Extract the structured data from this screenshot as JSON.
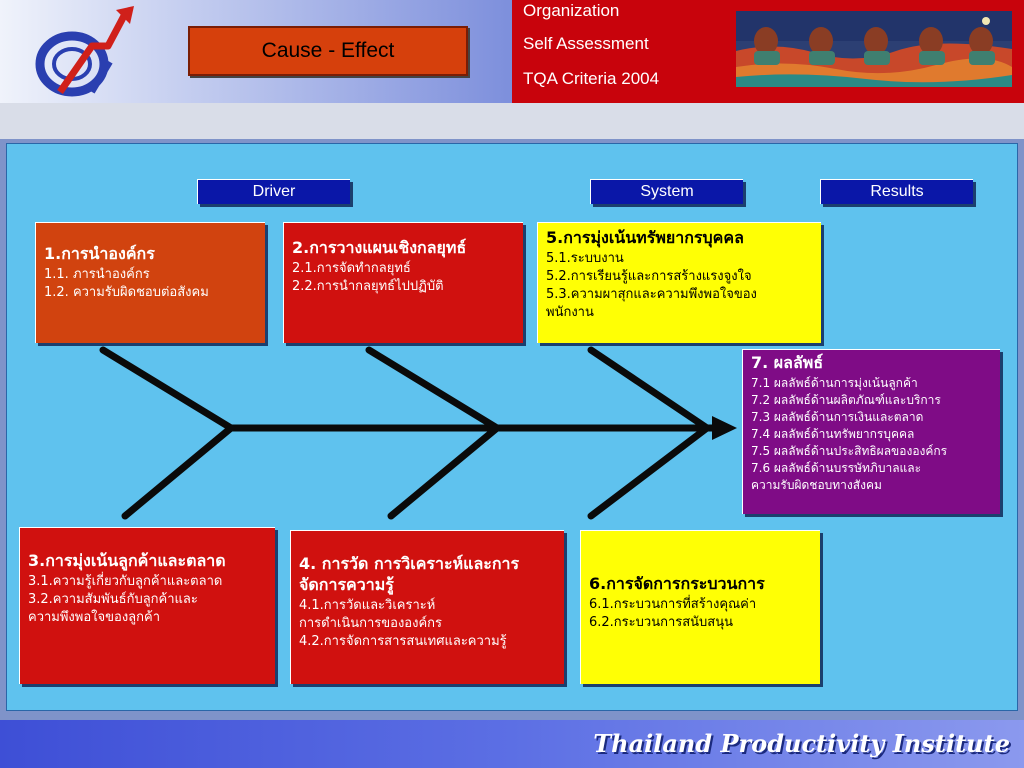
{
  "header": {
    "title": "Cause - Effect",
    "info_lines": [
      "Organization",
      "Self Assessment",
      "TQA Criteria 2004"
    ]
  },
  "labels": {
    "driver": "Driver",
    "system": "System",
    "results": "Results"
  },
  "categories": {
    "c1": {
      "title": "1.การนำองค์กร",
      "items": [
        "1.1. ภารนำองค์กร",
        "1.2. ความรับผิดชอบต่อสังคม"
      ]
    },
    "c2": {
      "title": "2.การวางแผนเชิงกลยุทธ์",
      "items": [
        "2.1.การจัดทำกลยุทธ์",
        "2.2.การนำกลยุทธ์ไปปฏิบัติ"
      ]
    },
    "c3": {
      "title": "3.การมุ่งเน้นลูกค้าและตลาด",
      "items": [
        "3.1.ความรู้เกี่ยวกับลูกค้าและตลาด",
        "3.2.ความสัมพันธ์กับลูกค้าและ\n      ความพึงพอใจของลูกค้า"
      ]
    },
    "c4": {
      "title": "4. การวัด การวิเคราะห์และการจัดการความรู้",
      "items": [
        "4.1.การวัดและวิเคราะห์\nการดำเนินการขององค์กร",
        "4.2.การจัดการสารสนเทศและความรู้"
      ]
    },
    "c5": {
      "title": "5.การมุ่งเน้นทรัพยากรบุคคล",
      "items": [
        "5.1.ระบบงาน",
        "5.2.การเรียนรู้และการสร้างแรงจูงใจ",
        "5.3.ความผาสุกและความพึงพอใจของ\n      พนักงาน"
      ]
    },
    "c6": {
      "title": "6.การจัดการกระบวนการ",
      "items": [
        "6.1.กระบวนการที่สร้างคุณค่า",
        "6.2.กระบวนการสนับสนุน"
      ]
    },
    "c7": {
      "title": "7. ผลลัพธ์",
      "items": [
        "7.1 ผลลัพธ์ด้านการมุ่งเน้นลูกค้า",
        "7.2 ผลลัพธ์ด้านผลิตภัณฑ์และบริการ",
        "7.3 ผลลัพธ์ด้านการเงินและตลาด",
        "7.4 ผลลัพธ์ด้านทรัพยากรบุคคล",
        "7.5 ผลลัพธ์ด้านประสิทธิผลขององค์กร",
        "7.6 ผลลัพธ์ด้านบรรษัทภิบาลและ\n      ความรับผิดชอบทางสังคม"
      ]
    }
  },
  "footer": {
    "org": "Thailand Productivity Institute"
  },
  "colors": {
    "red": "#d0110f",
    "orange": "#d1430f",
    "yellow": "#ffff05",
    "purple": "#7f0c86",
    "label_blue": "#0a17a8",
    "panel": "#5fc2ee",
    "header_red": "#c8030c"
  },
  "icons": {
    "logo": "tpi-logo-arrow-icon",
    "photo": "rowers-illustration"
  }
}
